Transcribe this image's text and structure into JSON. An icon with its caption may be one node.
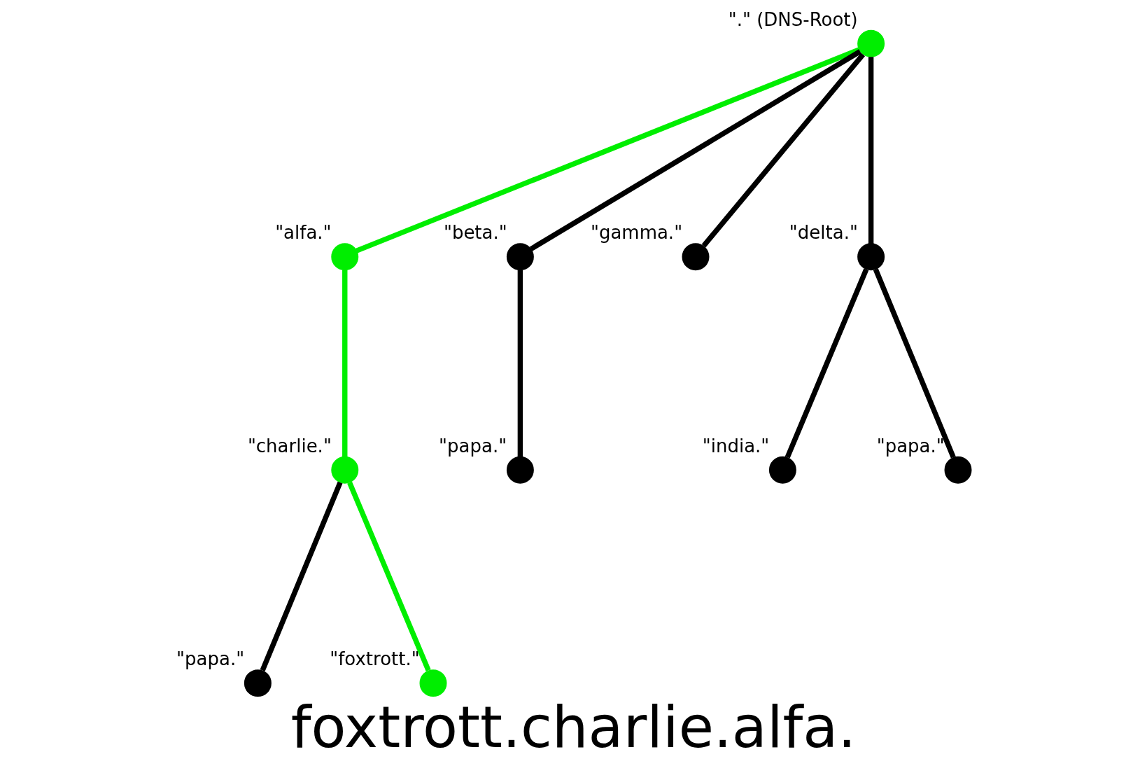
{
  "diagram": {
    "caption": "foxtrott.charlie.alfa.",
    "nodes": [
      {
        "text": [],
        "shape": "circle",
        "beside": [
          "\".\" (DNS-Root)"
        ]
      },
      {
        "text": [],
        "shape": "circle",
        "beside": [
          "\"alfa.\""
        ]
      },
      {
        "text": [],
        "shape": "circle",
        "beside": [
          "\"beta.\""
        ]
      },
      {
        "text": [],
        "shape": "circle",
        "beside": [
          "\"gamma.\""
        ]
      },
      {
        "text": [],
        "shape": "circle",
        "beside": [
          "\"delta.\""
        ]
      },
      {
        "text": [],
        "shape": "circle",
        "beside": [
          "\"charlie.\""
        ]
      },
      {
        "text": [],
        "shape": "circle",
        "beside": [
          "\"papa.\""
        ]
      },
      {
        "text": [],
        "shape": "circle",
        "beside": [
          "\"india.\""
        ]
      },
      {
        "text": [],
        "shape": "circle",
        "beside": [
          "\"papa.\""
        ]
      },
      {
        "text": [],
        "shape": "circle",
        "beside": [
          "\"papa.\""
        ]
      },
      {
        "text": [],
        "shape": "circle",
        "beside": [
          "\"foxtrott.\""
        ]
      }
    ],
    "edges": [
      {
        "from": 0,
        "to": 1,
        "arrow": "none",
        "color": "#00ee00"
      },
      {
        "from": 0,
        "to": 2,
        "arrow": "none"
      },
      {
        "from": 0,
        "to": 3,
        "arrow": "none"
      },
      {
        "from": 0,
        "to": 4,
        "arrow": "none"
      },
      {
        "from": 1,
        "to": 5,
        "arrow": "none",
        "color": "#00ee00"
      },
      {
        "from": 2,
        "to": 6,
        "arrow": "none"
      },
      {
        "from": 4,
        "to": 7,
        "arrow": "none"
      },
      {
        "from": 4,
        "to": 8,
        "arrow": "none"
      },
      {
        "from": 5,
        "to": 9,
        "arrow": "none"
      },
      {
        "from": 5,
        "to": 10,
        "arrow": "none",
        "color": "#00ee00"
      }
    ]
  }
}
